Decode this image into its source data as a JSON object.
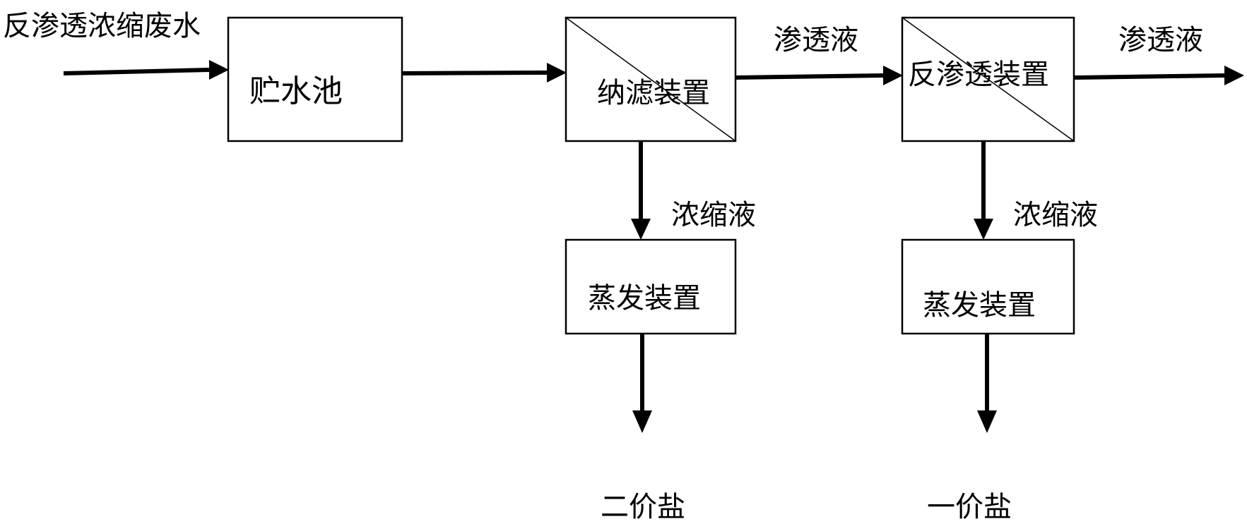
{
  "diagram": {
    "input_label": "反渗透浓缩废水",
    "nodes": {
      "reservoir": "贮水池",
      "nanofiltration": "纳滤装置",
      "reverse_osmosis": "反渗透装置",
      "evaporator_1": "蒸发装置",
      "evaporator_2": "蒸发装置"
    },
    "edge_labels": {
      "nf_permeate": "渗透液",
      "ro_permeate": "渗透液",
      "nf_concentrate": "浓缩液",
      "ro_concentrate": "浓缩液"
    },
    "outputs": {
      "divalent_salt": "二价盐",
      "monovalent_salt": "一价盐"
    }
  }
}
